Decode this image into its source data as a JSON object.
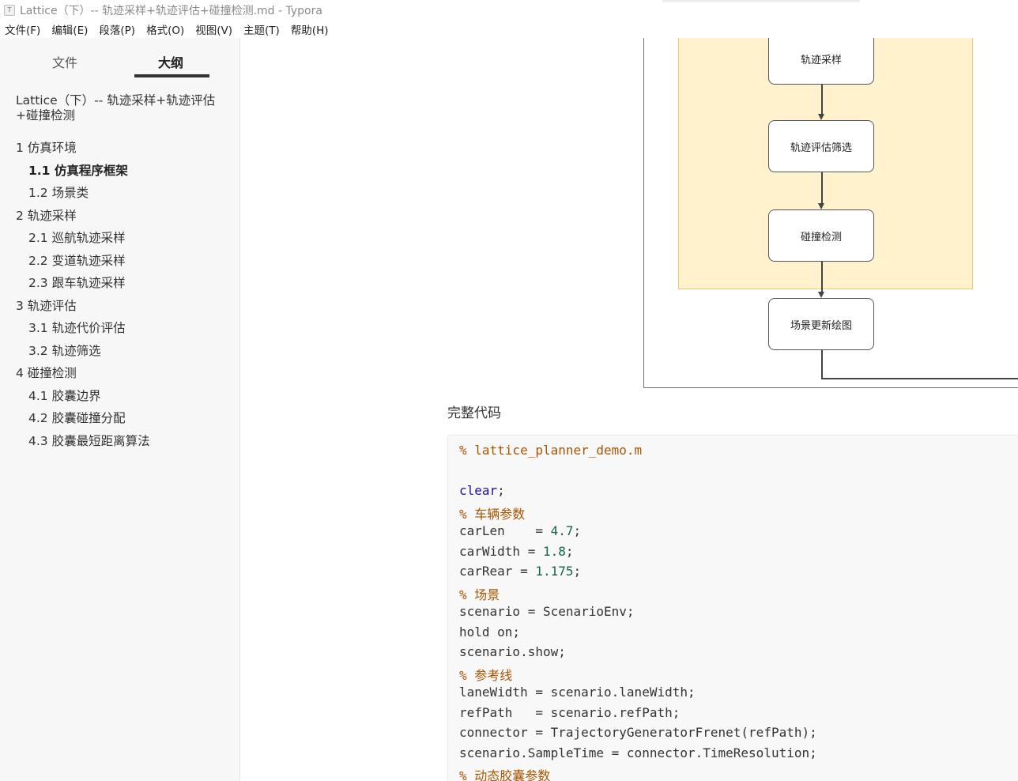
{
  "window": {
    "title": "Lattice（下）-- 轨迹采样+轨迹评估+碰撞检测.md - Typora",
    "icon_name": "typora-app-icon"
  },
  "menu": [
    "文件(F)",
    "编辑(E)",
    "段落(P)",
    "格式(O)",
    "视图(V)",
    "主题(T)",
    "帮助(H)"
  ],
  "sidebar": {
    "tabs": {
      "files": "文件",
      "outline": "大纲"
    },
    "doc_title": "Lattice（下）-- 轨迹采样+轨迹评估+碰撞检测",
    "items": [
      {
        "label": "1 仿真环境",
        "level": 1
      },
      {
        "label": "1.1 仿真程序框架",
        "level": 2,
        "active": true
      },
      {
        "label": "1.2 场景类",
        "level": 2
      },
      {
        "label": "2 轨迹采样",
        "level": 1
      },
      {
        "label": "2.1 巡航轨迹采样",
        "level": 2
      },
      {
        "label": "2.2 变道轨迹采样",
        "level": 2
      },
      {
        "label": "2.3 跟车轨迹采样",
        "level": 2
      },
      {
        "label": "3 轨迹评估",
        "level": 1
      },
      {
        "label": "3.1 轨迹代价评估",
        "level": 2
      },
      {
        "label": "3.2 轨迹筛选",
        "level": 2
      },
      {
        "label": "4 碰撞检测",
        "level": 1
      },
      {
        "label": "4.1 胶囊边界",
        "level": 2
      },
      {
        "label": "4.2 胶囊碰撞分配",
        "level": 2
      },
      {
        "label": "4.3 胶囊最短距离算法",
        "level": 2
      }
    ]
  },
  "diagram": {
    "nodes": [
      "轨迹采样",
      "轨迹评估筛选",
      "碰撞检测",
      "场景更新绘图"
    ]
  },
  "content": {
    "heading": "完整代码",
    "code_lines": [
      [
        {
          "t": "% lattice_planner_demo.m",
          "c": "comment"
        }
      ],
      [],
      [
        {
          "t": "clear",
          "c": "keyword"
        },
        {
          "t": ";"
        }
      ],
      [
        {
          "t": "% 车辆参数",
          "c": "comment"
        }
      ],
      [
        {
          "t": "carLen    = "
        },
        {
          "t": "4.7",
          "c": "number"
        },
        {
          "t": ";"
        }
      ],
      [
        {
          "t": "carWidth = "
        },
        {
          "t": "1.8",
          "c": "number"
        },
        {
          "t": ";"
        }
      ],
      [
        {
          "t": "carRear = "
        },
        {
          "t": "1.175",
          "c": "number"
        },
        {
          "t": ";"
        }
      ],
      [
        {
          "t": "% 场景",
          "c": "comment"
        }
      ],
      [
        {
          "t": "scenario = ScenarioEnv;"
        }
      ],
      [
        {
          "t": "hold on;"
        }
      ],
      [
        {
          "t": "scenario.show;"
        }
      ],
      [
        {
          "t": "% 参考线",
          "c": "comment"
        }
      ],
      [
        {
          "t": "laneWidth = scenario.laneWidth;"
        }
      ],
      [
        {
          "t": "refPath   = scenario.refPath;"
        }
      ],
      [
        {
          "t": "connector = TrajectoryGeneratorFrenet(refPath);"
        }
      ],
      [
        {
          "t": "scenario.SampleTime = connector.TimeResolution;"
        }
      ],
      [
        {
          "t": "% 动态胶囊参数",
          "c": "comment"
        }
      ]
    ]
  }
}
